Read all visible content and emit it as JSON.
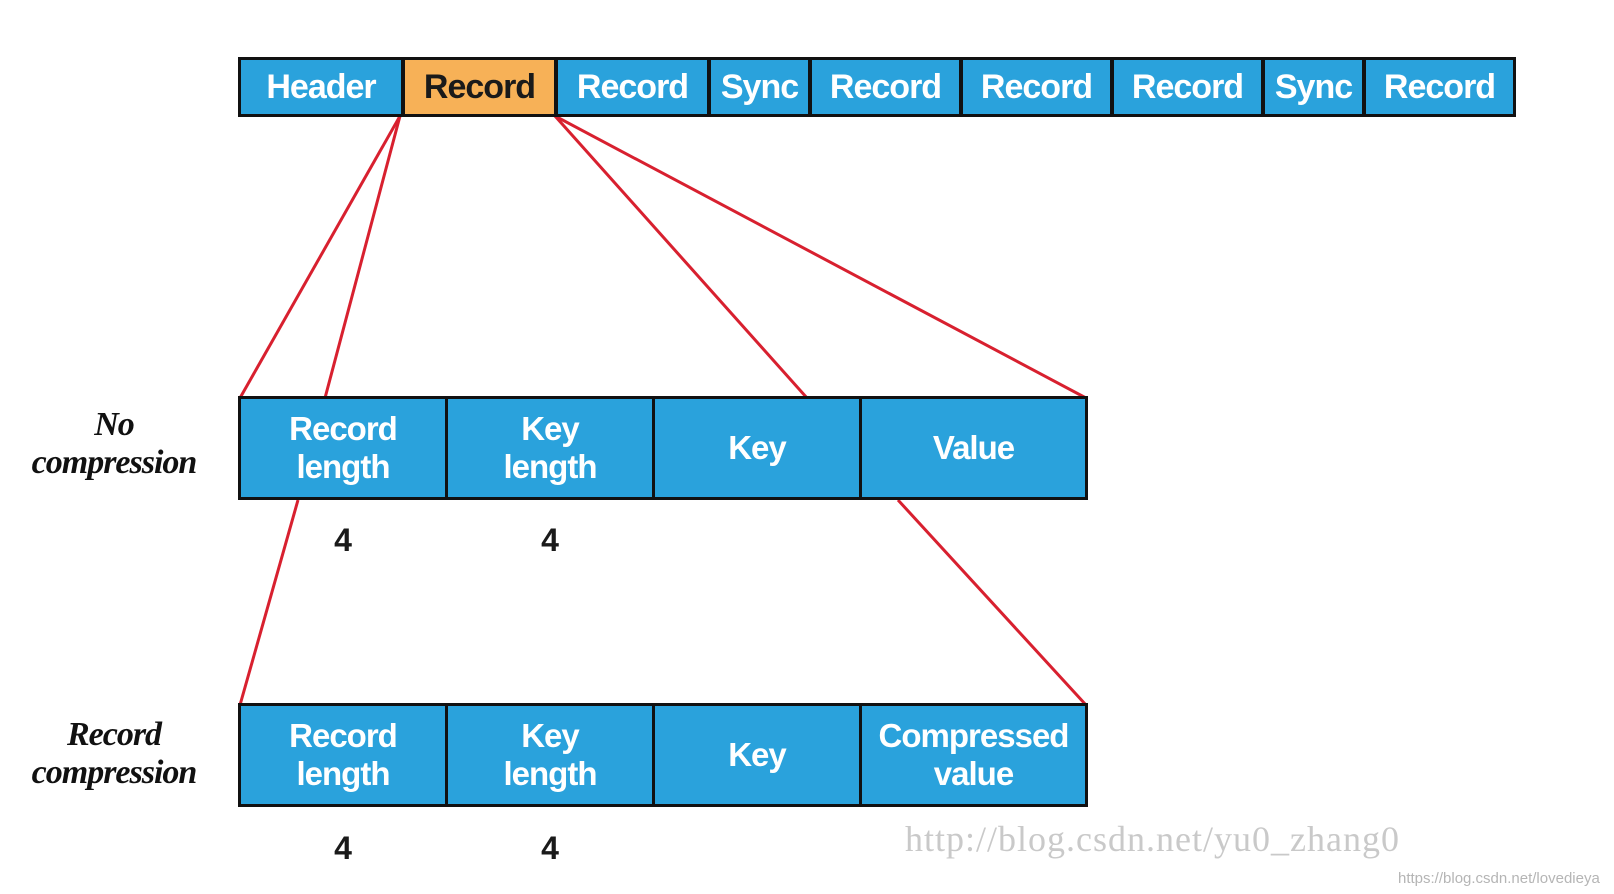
{
  "file_row": {
    "segments": [
      "Header",
      "Record",
      "Record",
      "Sync",
      "Record",
      "Record",
      "Record",
      "Sync",
      "Record"
    ]
  },
  "no_compression": {
    "label": "No\ncompression",
    "fields": [
      "Record\nlength",
      "Key\nlength",
      "Key",
      "Value"
    ],
    "sizes": [
      "4",
      "4"
    ]
  },
  "record_compression": {
    "label": "Record\ncompression",
    "fields": [
      "Record\nlength",
      "Key\nlength",
      "Key",
      "Compressed\nvalue"
    ],
    "sizes": [
      "4",
      "4"
    ]
  },
  "colors": {
    "segment_fill": "#2aa2dc",
    "highlight_fill": "#f7b157",
    "connector_line": "#d8202f",
    "border": "#111111"
  },
  "watermark": {
    "main": "http://blog.csdn.net/yu0_zhang0",
    "small": "https://blog.csdn.net/lovedieya"
  }
}
